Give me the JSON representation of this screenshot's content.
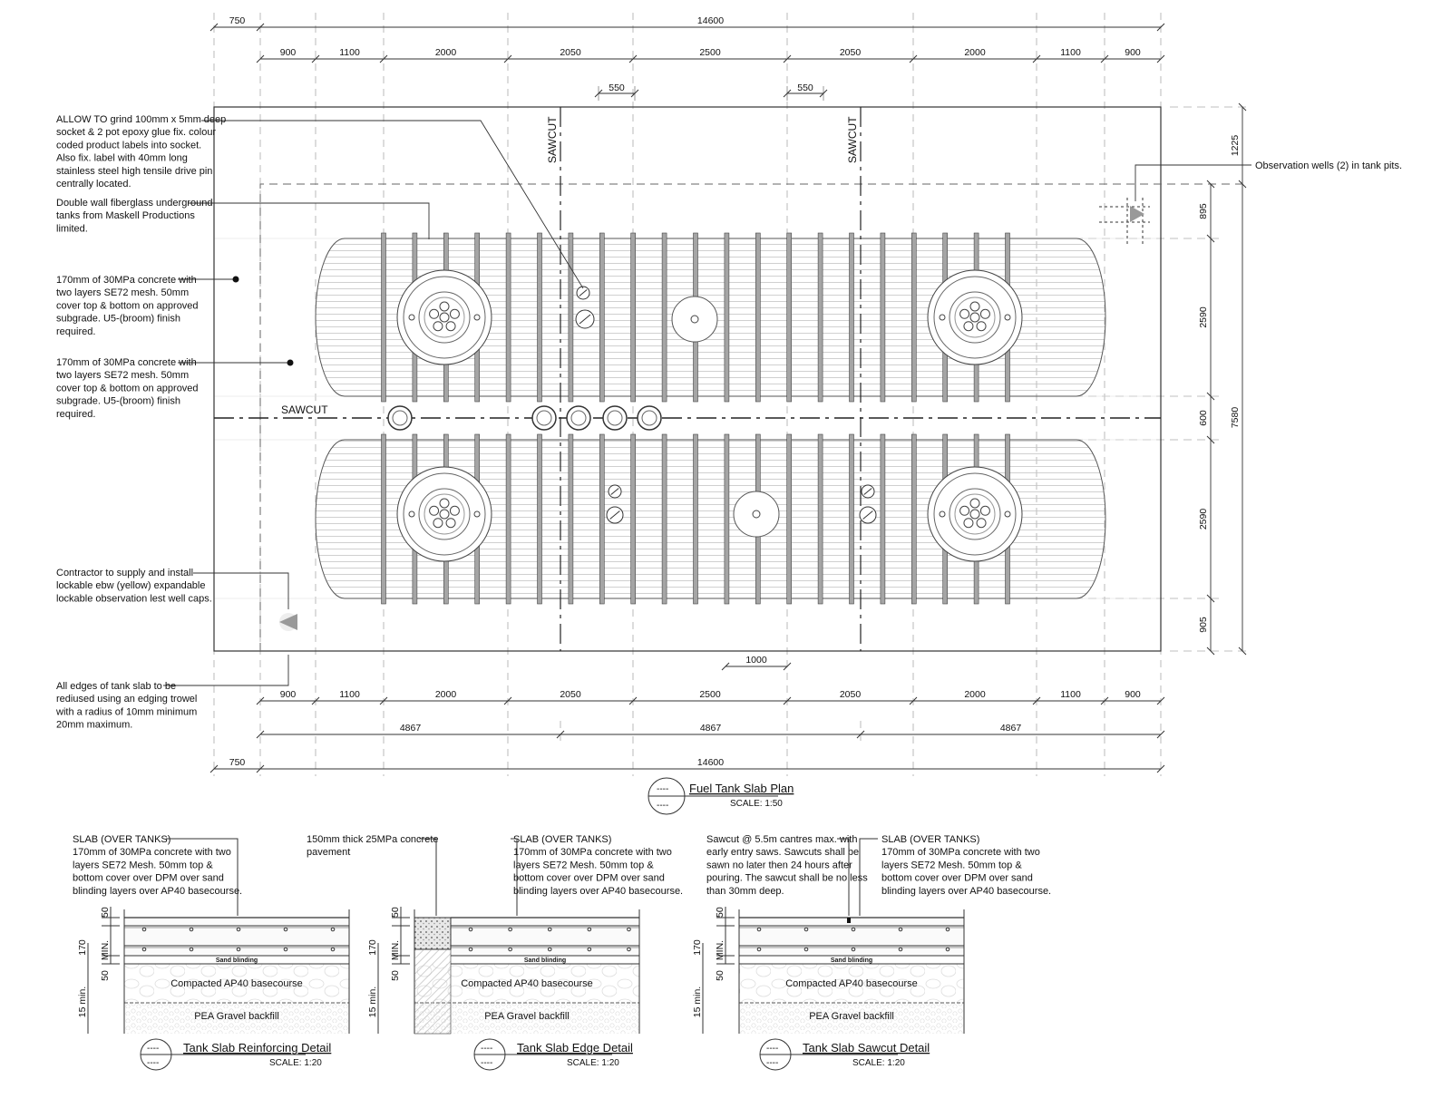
{
  "plan": {
    "title": "Fuel Tank Slab Plan",
    "scale": "SCALE: 1:50",
    "bubble": "----",
    "sawcut_labels": [
      "SAWCUT",
      "SAWCUT",
      "SAWCUT"
    ],
    "dims_top_overall": [
      "750",
      "14600"
    ],
    "dims_top_chain": [
      "900",
      "1100",
      "2000",
      "2050",
      "2500",
      "2050",
      "2000",
      "1100",
      "900"
    ],
    "dims_top_small": [
      "550",
      "550"
    ],
    "dims_bottom_chain": [
      "900",
      "1100",
      "2000",
      "2050",
      "2500",
      "2050",
      "2000",
      "1100",
      "900"
    ],
    "dims_bottom_thirds": [
      "4867",
      "4867",
      "4867"
    ],
    "dims_bottom_overall": [
      "750",
      "14600"
    ],
    "dim_bottom_small": "1000",
    "dims_right_inner": [
      "895",
      "2590",
      "600",
      "2590",
      "905"
    ],
    "dims_right_outer": [
      "1225",
      "7580"
    ]
  },
  "notes": {
    "grind": [
      "ALLOW TO grind 100mm x 5mm deep",
      "socket & 2 pot epoxy glue fix. colour",
      "coded product labels into socket.",
      "Also fix. label with 40mm long",
      "stainless steel high tensile drive pin",
      "centrally located."
    ],
    "tanks": [
      "Double wall fiberglass underground",
      "tanks from Maskell Productions",
      "limited."
    ],
    "concrete_a": [
      "170mm of 30MPa concrete with",
      "two layers SE72 mesh. 50mm",
      "cover top & bottom on approved",
      "subgrade. U5-(broom) finish",
      "required."
    ],
    "concrete_b": [
      "170mm of 30MPa concrete with",
      "two layers SE72 mesh. 50mm",
      "cover top & bottom on approved",
      "subgrade. U5-(broom) finish",
      "required."
    ],
    "caps": [
      "Contractor to supply and install",
      "lockable ebw (yellow) expandable",
      "lockable observation lest well caps."
    ],
    "edges": [
      "All edges of tank slab to be",
      "rediused using an edging trowel",
      "with a radius of 10mm minimum",
      "20mm maximum."
    ],
    "observation": "Observation wells (2) in tank pits."
  },
  "details": [
    {
      "title": "Tank Slab Reinforcing Detail",
      "scale": "SCALE: 1:20",
      "bubble": "----",
      "note": [
        "SLAB (OVER TANKS)",
        "170mm of 30MPa concrete with two",
        "layers SE72 Mesh. 50mm top &",
        "bottom cover over DPM over sand",
        "blinding layers over AP40 basecourse."
      ],
      "sand": "Sand blinding",
      "base": "Compacted AP40 basecourse",
      "gravel": "PEA Gravel backfill",
      "dims": [
        "50",
        "170",
        "MIN.",
        "50",
        "15 min."
      ]
    },
    {
      "title": "Tank Slab Edge Detail",
      "scale": "SCALE: 1:20",
      "bubble": "----",
      "pavement_note": [
        "150mm thick 25MPa concrete",
        "pavement"
      ],
      "note": [
        "SLAB (OVER TANKS)",
        "170mm of 30MPa concrete with two",
        "layers SE72 Mesh. 50mm top &",
        "bottom cover over DPM over sand",
        "blinding layers over AP40 basecourse."
      ],
      "sand": "Sand blinding",
      "base": "Compacted AP40 basecourse",
      "gravel": "PEA Gravel backfill",
      "dims": [
        "50",
        "170",
        "MIN.",
        "50",
        "15 min."
      ]
    },
    {
      "title": "Tank Slab Sawcut Detail",
      "scale": "SCALE: 1:20",
      "bubble": "----",
      "sawcut_note": [
        "Sawcut @ 5.5m cantres max. with",
        "early entry saws. Sawcuts shall be",
        "sawn no later then 24 hours after",
        "pouring. The sawcut shall be no less",
        "than 30mm deep."
      ],
      "note": [
        "SLAB (OVER TANKS)",
        "170mm of 30MPa concrete with two",
        "layers SE72 Mesh. 50mm top &",
        "bottom cover over DPM over sand",
        "blinding layers over AP40 basecourse."
      ],
      "sand": "Sand blinding",
      "base": "Compacted AP40 basecourse",
      "gravel": "PEA Gravel backfill",
      "dims": [
        "50",
        "170",
        "MIN.",
        "50",
        "15 min."
      ]
    }
  ],
  "colors": {
    "ink": "#111111",
    "fill_gray": "#9a9a9a",
    "hatch": "#bdbdbd"
  }
}
